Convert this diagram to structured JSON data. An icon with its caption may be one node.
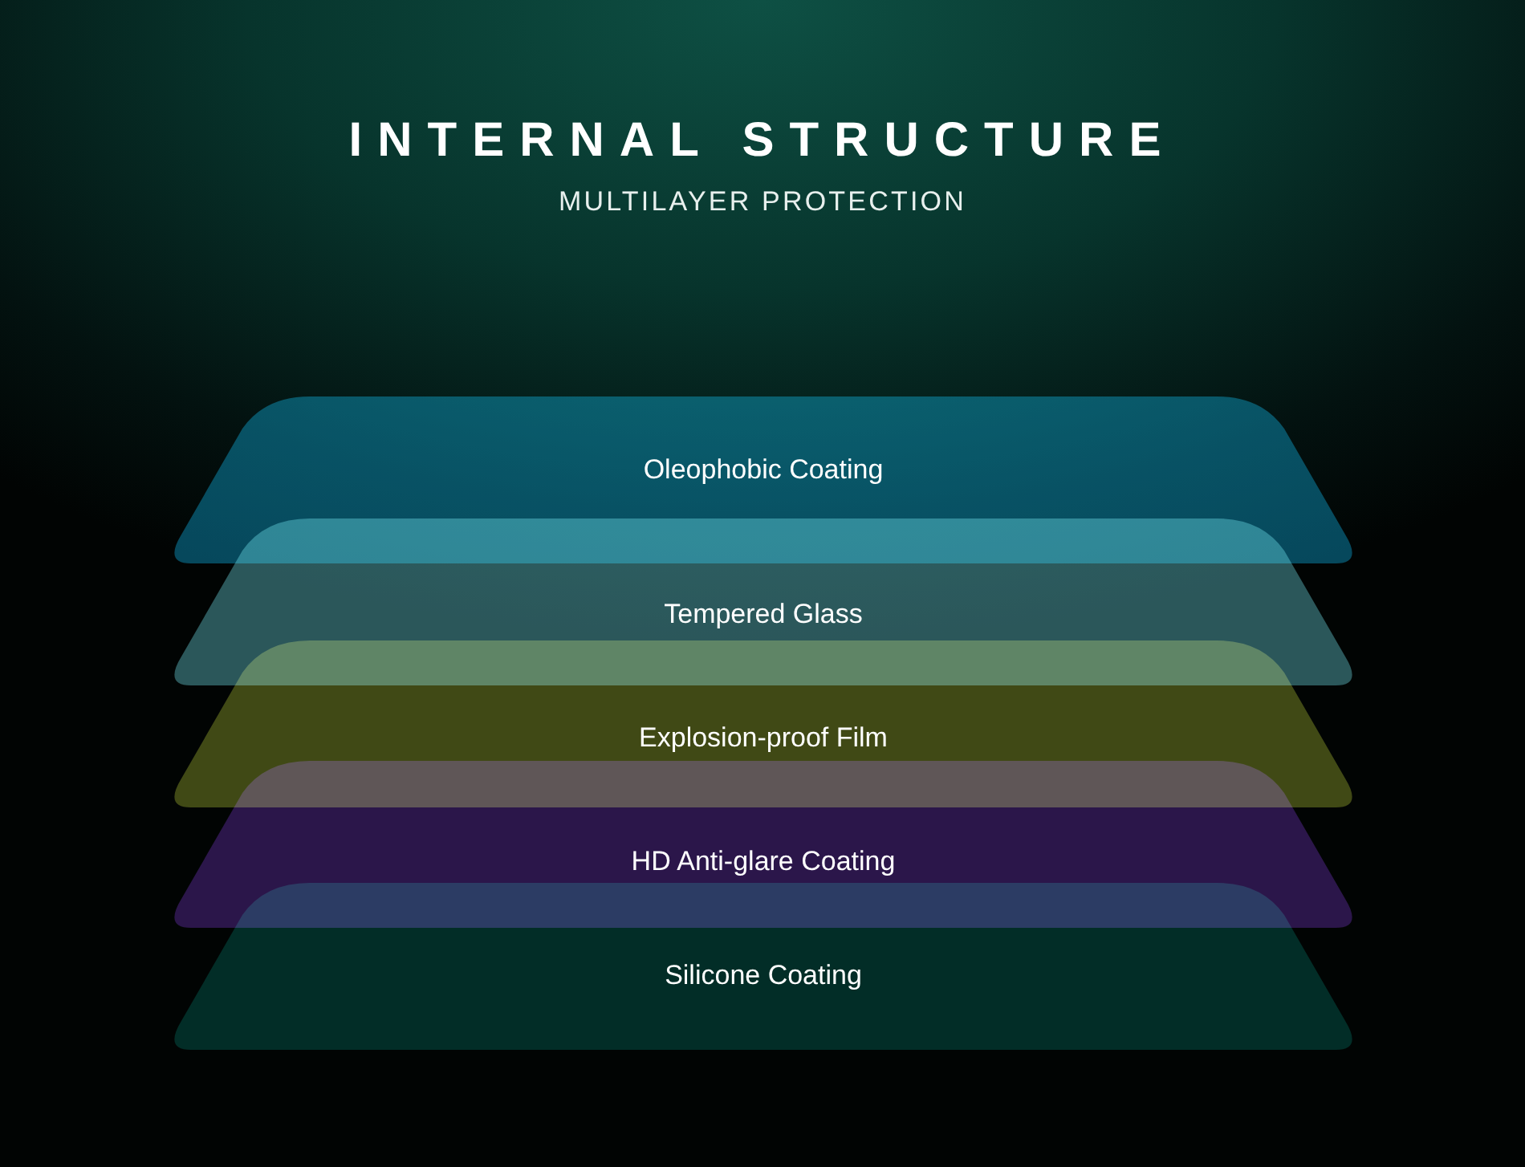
{
  "diagram": {
    "title": "INTERNAL STRUCTURE",
    "nodes": [
      {
        "text": [
          "Oleophobic Coating"
        ]
      },
      {
        "text": [
          "Tempered Glass"
        ]
      },
      {
        "text": [
          "Explosion-proof Film"
        ]
      },
      {
        "text": [
          "HD Anti-glare Coating"
        ]
      },
      {
        "text": [
          "Silicone Coating"
        ]
      }
    ],
    "labels": [
      "MULTILAYER PROTECTION"
    ]
  }
}
